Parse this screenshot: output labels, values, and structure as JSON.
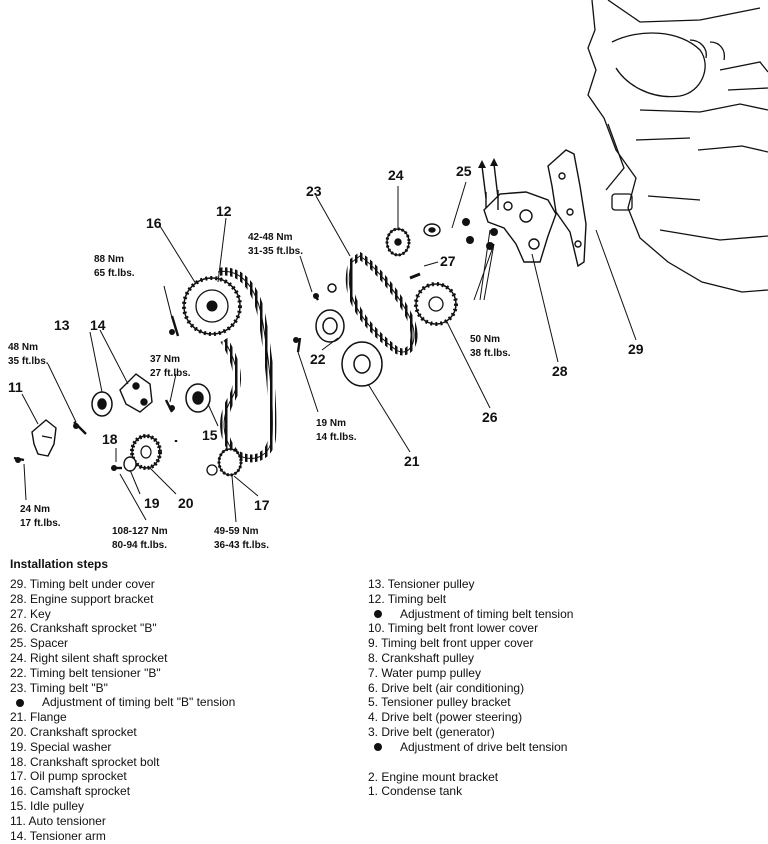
{
  "callouts": {
    "n29": "29",
    "n28": "28",
    "n27": "27",
    "n26": "26",
    "n25": "25",
    "n24": "24",
    "n23": "23",
    "n22": "22",
    "n21": "21",
    "n20": "20",
    "n19": "19",
    "n18": "18",
    "n17": "17",
    "n16": "16",
    "n15": "15",
    "n14": "14",
    "n13": "13",
    "n12": "12",
    "n11": "11"
  },
  "torques": {
    "t1a": "42-48 Nm",
    "t1b": "31-35 ft.lbs.",
    "t2a": "88 Nm",
    "t2b": "65 ft.lbs.",
    "t3a": "48 Nm",
    "t3b": "35 ft.lbs.",
    "t4a": "37 Nm",
    "t4b": "27 ft.lbs.",
    "t5a": "19 Nm",
    "t5b": "14 ft.lbs.",
    "t6a": "50 Nm",
    "t6b": "38 ft.lbs.",
    "t7a": "24 Nm",
    "t7b": "17 ft.lbs.",
    "t8a": "108-127 Nm",
    "t8b": "80-94 ft.lbs.",
    "t9a": "49-59 Nm",
    "t9b": "36-43 ft.lbs."
  },
  "steps_title": "Installation steps",
  "steps_left": [
    "29. Timing belt under cover",
    "28. Engine support bracket",
    "27. Key",
    "26. Crankshaft sprocket \"B\"",
    "25. Spacer",
    "24. Right silent shaft sprocket",
    "22. Timing belt tensioner \"B\"",
    "23. Timing belt \"B\"",
    "Adjustment of timing belt \"B\" tension",
    "21. Flange",
    "20. Crankshaft sprocket",
    "19. Special washer",
    "18. Crankshaft sprocket bolt",
    "17. Oil pump sprocket",
    "16. Camshaft sprocket",
    "15. Idle pulley",
    "11. Auto tensioner",
    "14. Tensioner arm"
  ],
  "steps_right": [
    "13. Tensioner pulley",
    "12. Timing belt",
    "Adjustment of timing belt tension",
    "10. Timing belt front lower cover",
    "9. Timing belt front upper cover",
    "8. Crankshaft pulley",
    "7. Water pump pulley",
    "6. Drive belt (air conditioning)",
    "5. Tensioner pulley bracket",
    "4. Drive belt (power steering)",
    "3. Drive belt (generator)",
    "Adjustment of drive belt tension",
    "2. Engine mount bracket",
    "1. Condense tank"
  ]
}
